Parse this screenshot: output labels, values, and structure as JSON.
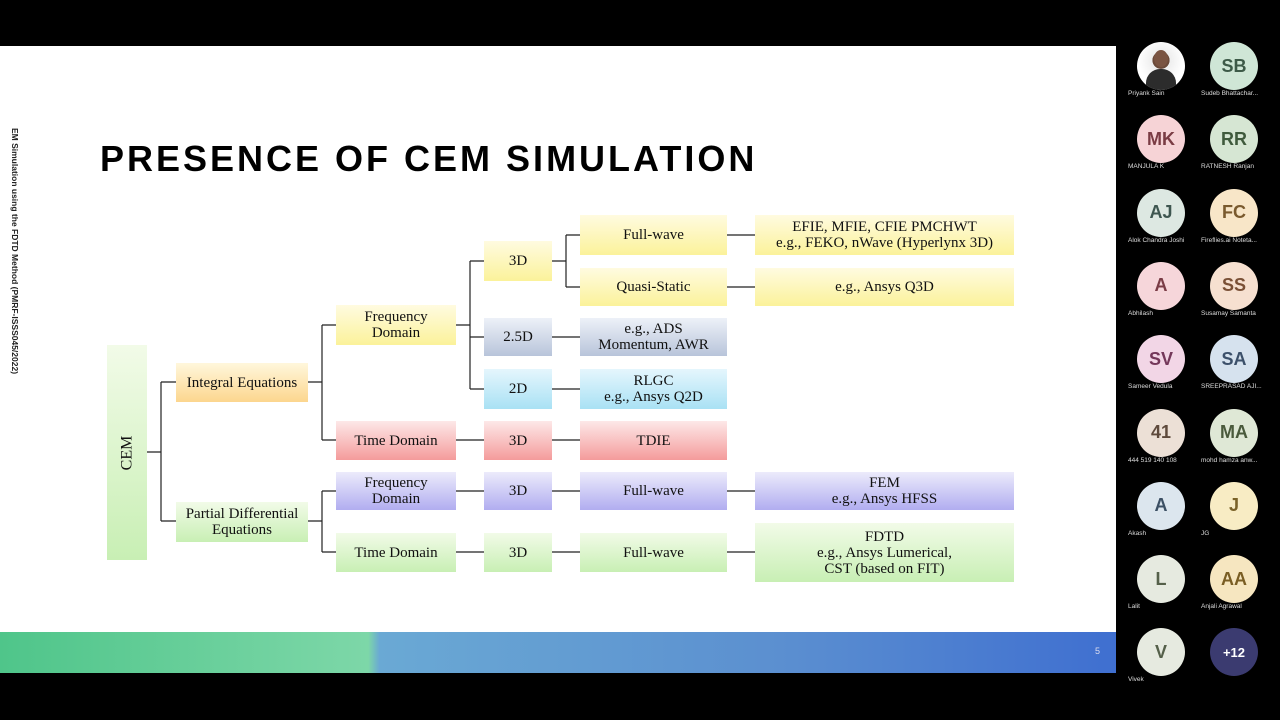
{
  "slide": {
    "side_text": "EM Simulation using the FDTD Method (PMRF-ISSS045/2022)",
    "title": "PRESENCE OF CEM SIMULATION",
    "page_number": "5"
  },
  "diagram": {
    "cem": "CEM",
    "integral_equations": "Integral Equations",
    "pde": "Partial Differential\nEquations",
    "ie_frequency_domain": "Frequency\nDomain",
    "ie_time_domain": "Time Domain",
    "pde_frequency_domain": "Frequency\nDomain",
    "pde_time_domain": "Time Domain",
    "dim_3d_a": "3D",
    "dim_2_5d": "2.5D",
    "dim_2d": "2D",
    "dim_3d_time": "3D",
    "dim_3d_pde_freq": "3D",
    "dim_3d_pde_time": "3D",
    "full_wave_a": "Full-wave",
    "quasi_static": "Quasi-Static",
    "ads": "e.g., ADS\nMomentum, AWR",
    "rlgc": "RLGC\ne.g., Ansys Q2D",
    "tdie": "TDIE",
    "full_wave_b": "Full-wave",
    "full_wave_c": "Full-wave",
    "efie": "EFIE, MFIE, CFIE PMCHWT\ne.g., FEKO, nWave (Hyperlynx 3D)",
    "q3d": "e.g., Ansys Q3D",
    "fem": "FEM\ne.g., Ansys HFSS",
    "fdtd": "FDTD\ne.g., Ansys Lumerical,\nCST (based on FIT)"
  },
  "participants": [
    {
      "initials": "",
      "name": "Priyank Sain",
      "bg": "#ffffff",
      "fg": "#333333"
    },
    {
      "initials": "SB",
      "name": "Sudeb Bhattachar...",
      "bg": "#cfe6d6",
      "fg": "#3d5a48"
    },
    {
      "initials": "MK",
      "name": "MANJULA K",
      "bg": "#f6d3d6",
      "fg": "#7a3c44"
    },
    {
      "initials": "RR",
      "name": "RATNESH Ranjan",
      "bg": "#d6e6d3",
      "fg": "#3f5a3c"
    },
    {
      "initials": "AJ",
      "name": "Alok Chandra Joshi",
      "bg": "#dde8e2",
      "fg": "#3e5650"
    },
    {
      "initials": "FC",
      "name": "Fireflies.ai Notetа...",
      "bg": "#f8e6c8",
      "fg": "#7a5a2e"
    },
    {
      "initials": "A",
      "name": "Abhilash",
      "bg": "#f6d6da",
      "fg": "#7a3c46"
    },
    {
      "initials": "SS",
      "name": "Susamay Samanta",
      "bg": "#f6e0d0",
      "fg": "#7a5036"
    },
    {
      "initials": "SV",
      "name": "Sameer Vedula",
      "bg": "#f2d6e6",
      "fg": "#74385a"
    },
    {
      "initials": "SA",
      "name": "SREEPRASAD AJI...",
      "bg": "#d6e2ee",
      "fg": "#3c506a"
    },
    {
      "initials": "41",
      "name": "444 519 140 108",
      "bg": "#ece0d6",
      "fg": "#5e4a3c"
    },
    {
      "initials": "MA",
      "name": "mohd hamza anw...",
      "bg": "#dfe8d6",
      "fg": "#4a5a3c"
    },
    {
      "initials": "A",
      "name": "Akash",
      "bg": "#dce6ee",
      "fg": "#3c5064"
    },
    {
      "initials": "J",
      "name": "JG",
      "bg": "#f8ecc4",
      "fg": "#7a6228"
    },
    {
      "initials": "L",
      "name": "Lalit",
      "bg": "#e6eae0",
      "fg": "#55604a"
    },
    {
      "initials": "AA",
      "name": "Anjali Agrawal",
      "bg": "#f6e6c0",
      "fg": "#7a5e24"
    },
    {
      "initials": "V",
      "name": "Vivek",
      "bg": "#e6eae0",
      "fg": "#55604a"
    },
    {
      "initials": "+12",
      "name": "",
      "bg": "#3b3b70",
      "fg": "#ffffff"
    }
  ]
}
